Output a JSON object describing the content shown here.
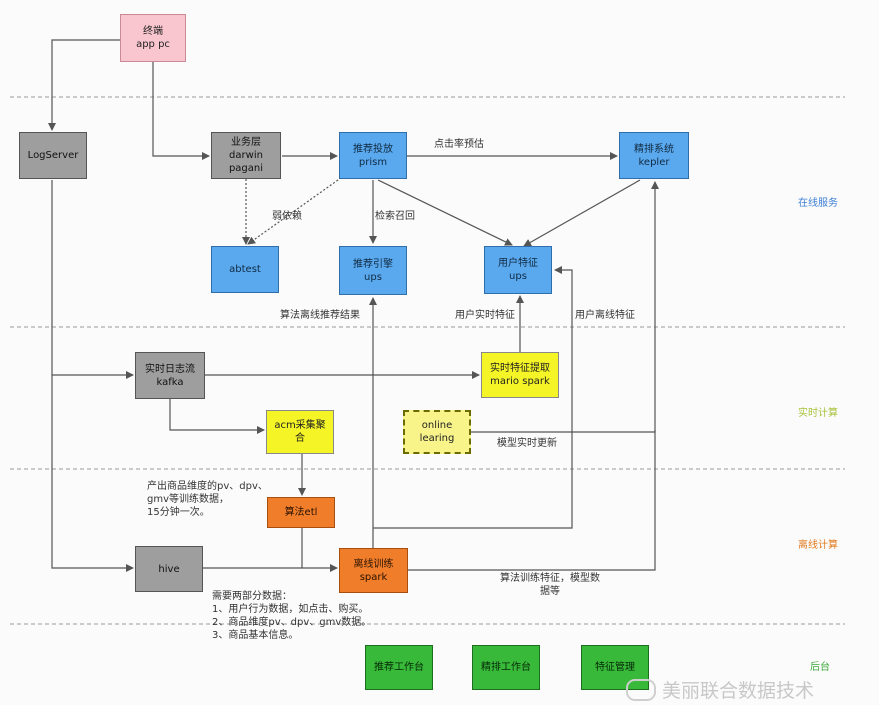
{
  "nodes": {
    "terminal": "终端\napp pc",
    "logserver": "LogServer",
    "business": "业务层\ndarwin\npagani",
    "prism": "推荐投放\nprism",
    "kepler": "精排系统\nkepler",
    "abtest": "abtest",
    "ups_engine": "推荐引擎\nups",
    "user_feature": "用户特征\nups",
    "kafka": "实时日志流\nkafka",
    "mario": "实时特征提取\nmario spark",
    "acm": "acm采集聚\n合",
    "online": "online\nlearing",
    "etl": "算法etl",
    "hive": "hive",
    "spark_train": "离线训练\nspark",
    "rec_workbench": "推荐工作台",
    "rank_workbench": "精排工作台",
    "feature_mgmt": "特征管理"
  },
  "labels": {
    "ctr": "点击率预估",
    "weak_dep": "弱依赖",
    "retrieval": "检索召回",
    "offline_result": "算法离线推荐结果",
    "user_rt_feature": "用户实时特征",
    "user_offline_feature": "用户离线特征",
    "model_rt_update": "模型实时更新",
    "etl_note": "产出商品维度的pv、dpv、\ngmv等训练数据，\n15分钟一次。",
    "hive_note": "需要两部分数据：\n1、用户行为数据，如点击、购买。\n2、商品维度pv、dpv、gmv数据。\n3、商品基本信息。",
    "train_output": "算法训练特征，模型数\n据等"
  },
  "zones": {
    "online_service": "在线服务",
    "realtime_compute": "实时计算",
    "offline_compute": "离线计算",
    "backend": "后台"
  },
  "colors": {
    "online_service": "#3d7fd6",
    "realtime_compute": "#a8c23a",
    "offline_compute": "#e07a1e",
    "backend": "#3aa83a"
  },
  "watermark": "美丽联合数据技术"
}
